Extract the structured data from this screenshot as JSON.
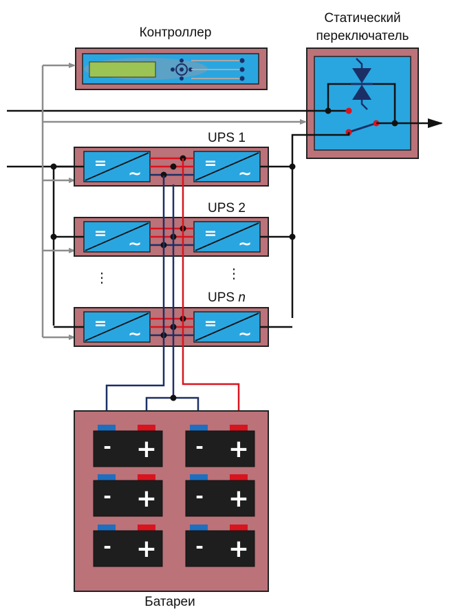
{
  "labels": {
    "controller": "Контроллер",
    "switch_line1": "Статический",
    "switch_line2": "переключатель",
    "ups1": "UPS 1",
    "ups2": "UPS 2",
    "upsn_prefix": "UPS ",
    "upsn_suffix": "n",
    "batteries": "Батареи"
  },
  "symbols": {
    "dc": "=",
    "ac": "~",
    "minus": "-",
    "plus": "+",
    "ellipsis": "⋮"
  },
  "colors": {
    "module_fill": "#bb7279",
    "converter_fill": "#29a6e0",
    "battery_fill": "#1e1e1e",
    "positive": "#d8141f",
    "negative": "#1b2f66",
    "terminal_blue": "#1e6fc0",
    "control_line": "#8c8c8c",
    "power_line": "#111111",
    "display_green": "#9bc454"
  }
}
